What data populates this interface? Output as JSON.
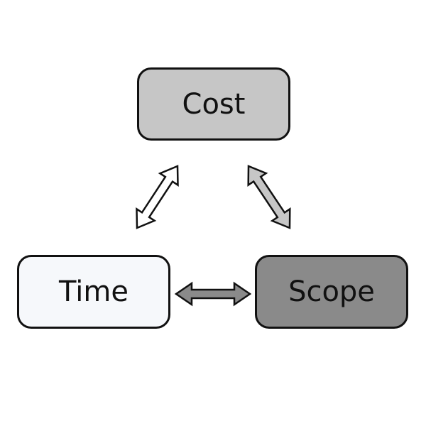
{
  "diagram": {
    "nodes": [
      {
        "id": "cost",
        "label": "Cost",
        "fill": "#c6c6c6"
      },
      {
        "id": "time",
        "label": "Time",
        "fill": "#f6f8fb"
      },
      {
        "id": "scope",
        "label": "Scope",
        "fill": "#8a8a8a"
      }
    ],
    "edges": [
      {
        "from": "time",
        "to": "cost",
        "type": "bidirectional",
        "fill": "#ffffff"
      },
      {
        "from": "cost",
        "to": "scope",
        "type": "bidirectional",
        "fill": "#c6c6c6"
      },
      {
        "from": "time",
        "to": "scope",
        "type": "bidirectional",
        "fill": "#8a8a8a"
      }
    ],
    "stroke_color": "#111111"
  }
}
